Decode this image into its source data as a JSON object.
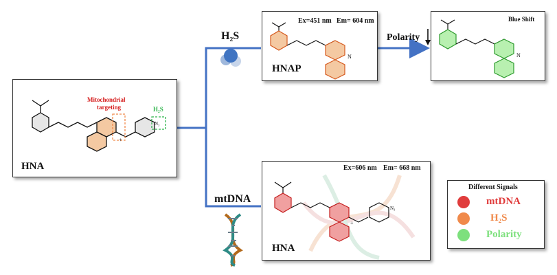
{
  "labels": {
    "h2s_branch": "H₂S",
    "mtdna_branch": "mtDNA",
    "polarity": "Polarity",
    "blue_shift": "Blue Shift",
    "mito_line1": "Mitochondrial",
    "mito_line2": "targeting",
    "h2s_tag": "H₂S",
    "n3_tag": "N₃"
  },
  "hna_box": {
    "name": "HNA"
  },
  "hnap_box": {
    "name": "HNAP",
    "ex": "Ex=451 nm",
    "em": "Em= 604 nm"
  },
  "hna_dna_box": {
    "name": "HNA",
    "ex": "Ex=606 nm",
    "em": "Em= 668 nm"
  },
  "legend": {
    "title": "Different Signals",
    "items": [
      {
        "label": "mtDNA",
        "color": "#e03c3c"
      },
      {
        "label": "H₂S",
        "color": "#f08a4b"
      },
      {
        "label": "Polarity",
        "color": "#7de07d"
      }
    ]
  },
  "colors": {
    "arrow": "#4472c4",
    "mito": "#d62020",
    "h2s": "#2db34a",
    "blue_shift_ring": "#3ec83e"
  }
}
